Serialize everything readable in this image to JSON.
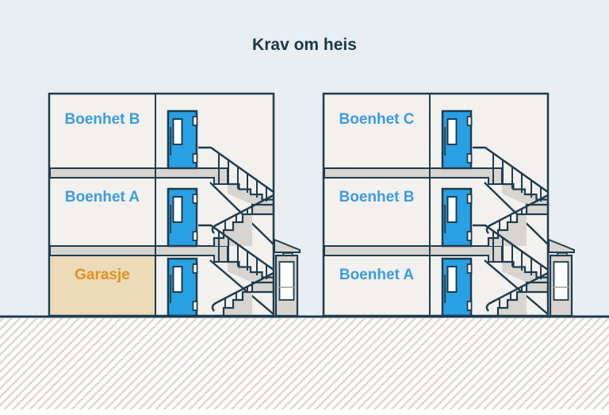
{
  "title": "Krav om heis",
  "buildings": [
    {
      "name": "left-building",
      "floors": [
        {
          "label": "Boenhet B",
          "type": "dwelling"
        },
        {
          "label": "Boenhet A",
          "type": "dwelling"
        },
        {
          "label": "Garasje",
          "type": "garage"
        }
      ]
    },
    {
      "name": "right-building",
      "floors": [
        {
          "label": "Boenhet C",
          "type": "dwelling"
        },
        {
          "label": "Boenhet B",
          "type": "dwelling"
        },
        {
          "label": "Boenhet A",
          "type": "dwelling"
        }
      ]
    }
  ],
  "palette": {
    "background": "#e9eef3",
    "outline_navy": "#1f3c4e",
    "wall_fill": "#f2f1ee",
    "slab_gray": "#d8d4d0",
    "garage_tan": "#ecdab9",
    "door_blue": "#2aa0e4",
    "label_blue": "#3d9be1",
    "garage_orange": "#e1911f",
    "hatch_gray": "#ded9d5",
    "porch_light_yellow": "#f6f1cd",
    "title_navy": "#1a3947"
  }
}
